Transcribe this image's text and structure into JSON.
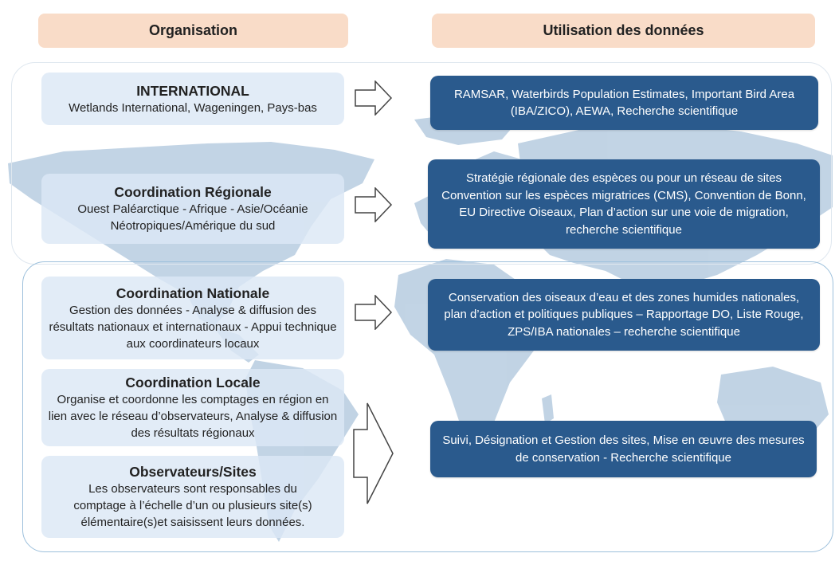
{
  "headers": {
    "left": "Organisation",
    "right": "Utilisation des données"
  },
  "levels": [
    {
      "title": "INTERNATIONAL",
      "description": "Wetlands International, Wageningen, Pays-bas",
      "uses": "RAMSAR, Waterbirds Population Estimates, Important Bird Area (IBA/ZICO), AEWA, Recherche scientifique"
    },
    {
      "title": "Coordination Régionale",
      "description": "Ouest Paléarctique - Afrique - Asie/Océanie Néotropiques/Amérique du sud",
      "uses": "Stratégie régionale des espèces ou pour un réseau de sites Convention sur les espèces migratrices (CMS), Convention de Bonn, EU Directive Oiseaux, Plan d’action sur une voie de migration, recherche scientifique"
    },
    {
      "title": "Coordination Nationale",
      "description": "Gestion des données - Analyse & diffusion des résultats nationaux et internationaux - Appui technique aux coordinateurs locaux",
      "uses": "Conservation des oiseaux d’eau et des zones humides nationales, plan d’action et politiques publiques – Rapportage DO, Liste Rouge, ZPS/IBA nationales – recherche scientifique"
    },
    {
      "title": "Coordination Locale",
      "description": "Organise et coordonne les comptages en région en lien avec le réseau d’observateurs, Analyse & diffusion des résultats régionaux"
    },
    {
      "title": "Observateurs/Sites",
      "description": "Les observateurs sont responsables du comptage à l’échelle d’un ou plusieurs site(s) élémentaire(s)et saisissent leurs données."
    }
  ],
  "local_uses": "Suivi, Désignation et Gestion des sites, Mise en œuvre des mesures de conservation - Recherche scientifique",
  "colors": {
    "header_bg": "#f9dcc8",
    "left_box_bg": "#dce8f5",
    "right_box_bg": "#2a5a8d",
    "map_land": "#8fb0cf",
    "frame_border": "#9dc0dc"
  }
}
